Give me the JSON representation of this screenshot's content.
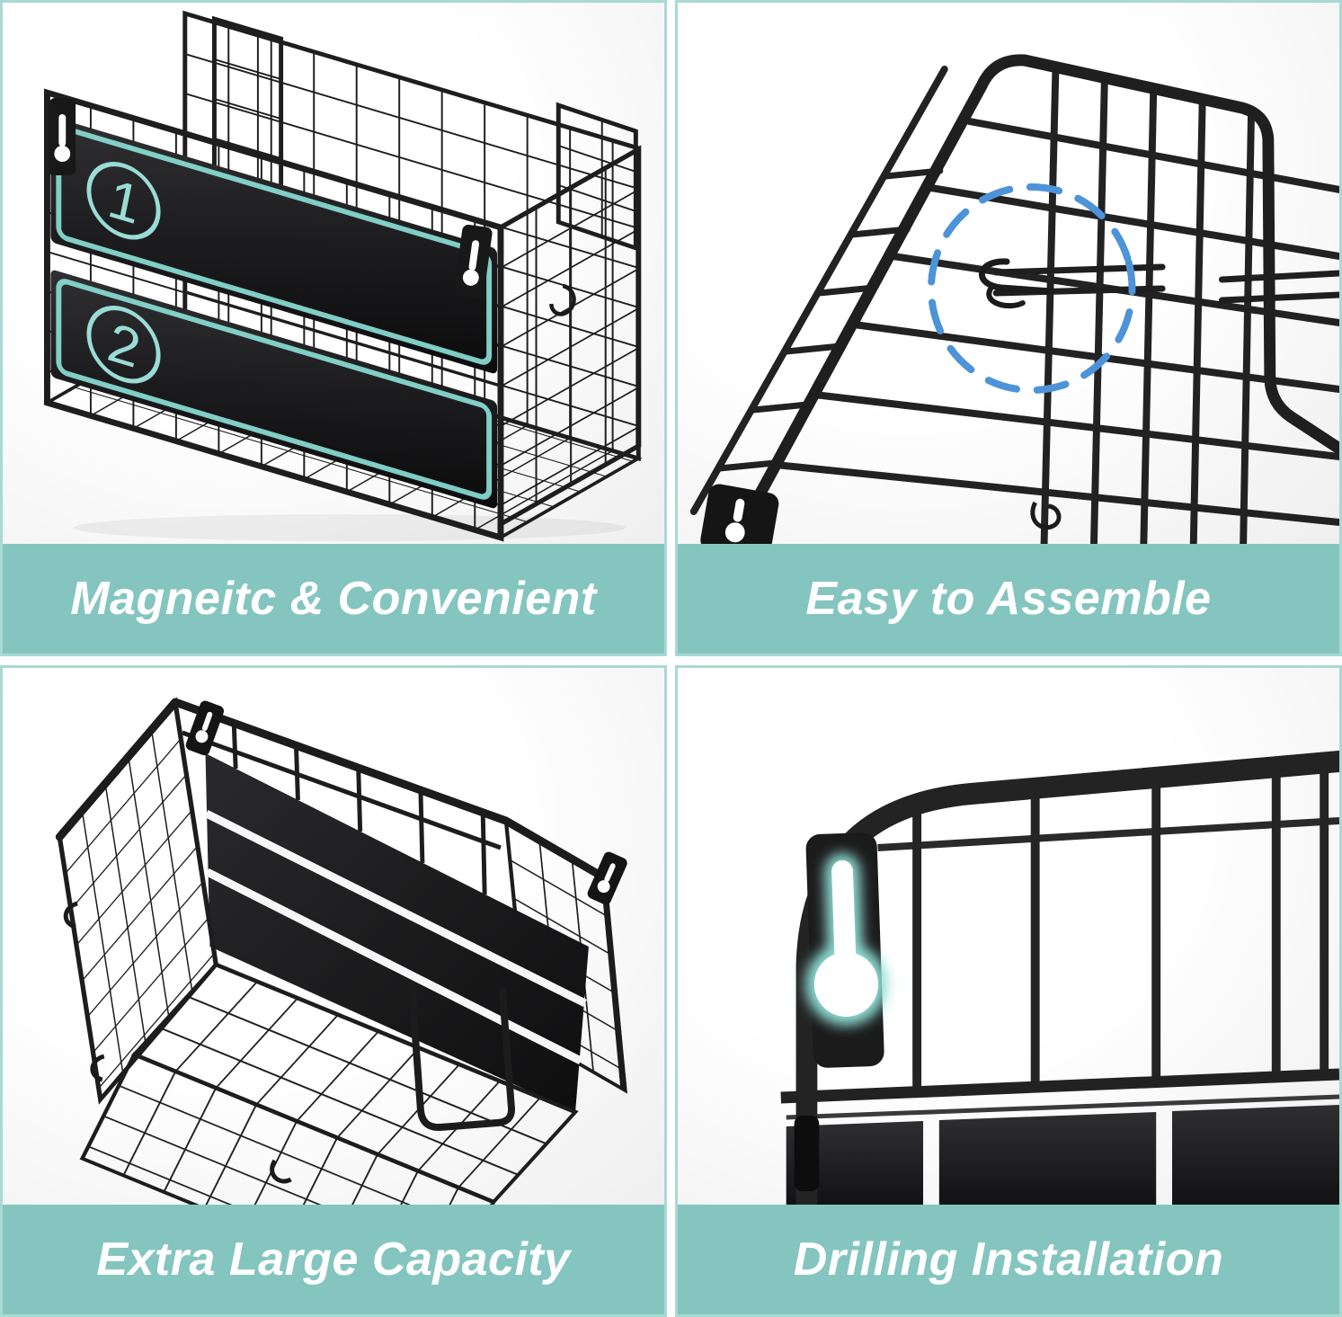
{
  "colors": {
    "caption_bg": "#84C5BF",
    "card_border": "#A9D9D3",
    "caption_text": "#FFFFFF",
    "highlight_blue": "#4D93D8",
    "glow_teal": "#8FD9D1",
    "badge_teal": "#9ADCD5",
    "wire_black": "#1E1E1E",
    "panel_black": "#141414",
    "photo_bg": "#F2F2F2"
  },
  "cells": [
    {
      "id": "magnetic-convenient",
      "caption": "Magneitc & Convenient"
    },
    {
      "id": "easy-assemble",
      "caption": "Easy to Assemble"
    },
    {
      "id": "extra-capacity",
      "caption": "Extra Large Capacity"
    },
    {
      "id": "drilling-installation",
      "caption": "Drilling Installation"
    }
  ],
  "photos": {
    "magnetic": {
      "panel_numbers": [
        "1",
        "2"
      ]
    }
  },
  "icons": {
    "keyhole_mount": "keyhole-slot-icon",
    "assembly_highlight": "dashed-circle-icon",
    "panel_badge_1": "circled-1-icon",
    "panel_badge_2": "circled-2-icon",
    "wire_hook": "wire-hook-icon"
  }
}
